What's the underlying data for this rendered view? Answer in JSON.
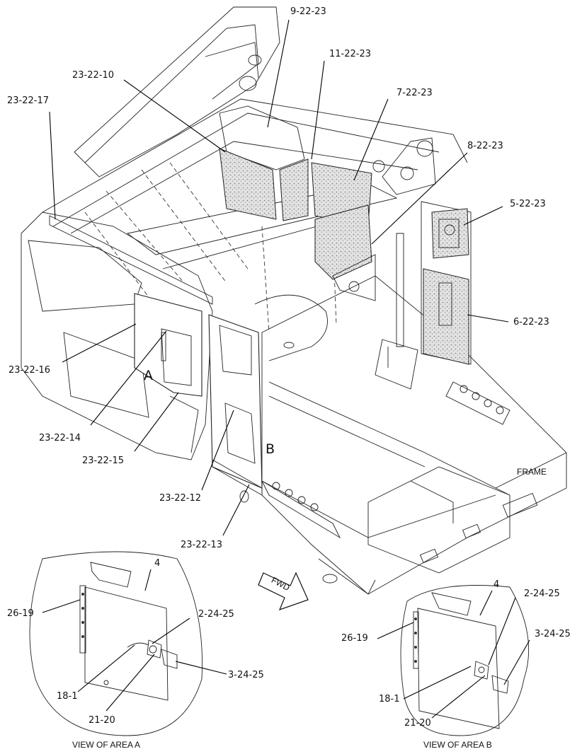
{
  "callouts": {
    "c_9_22_23": "9-22-23",
    "c_11_22_23": "11-22-23",
    "c_23_22_10": "23-22-10",
    "c_7_22_23": "7-22-23",
    "c_23_22_17": "23-22-17",
    "c_8_22_23": "8-22-23",
    "c_5_22_23": "5-22-23",
    "c_6_22_23": "6-22-23",
    "c_23_22_16": "23-22-16",
    "c_23_22_14": "23-22-14",
    "c_23_22_15": "23-22-15",
    "c_23_22_12": "23-22-12",
    "c_23_22_13": "23-22-13"
  },
  "area_markers": {
    "a": "A",
    "b": "B"
  },
  "frame_label": "FRAME",
  "fwd_label": "FWD",
  "view_a": {
    "caption": "VIEW OF AREA  A",
    "labels": [
      "4",
      "26-19",
      "2-24-25",
      "3-24-25",
      "18-1",
      "21-20"
    ]
  },
  "view_b": {
    "caption": "VIEW OF AREA  B",
    "labels": [
      "4",
      "2-24-25",
      "26-19",
      "3-24-25",
      "18-1",
      "21-20"
    ]
  }
}
